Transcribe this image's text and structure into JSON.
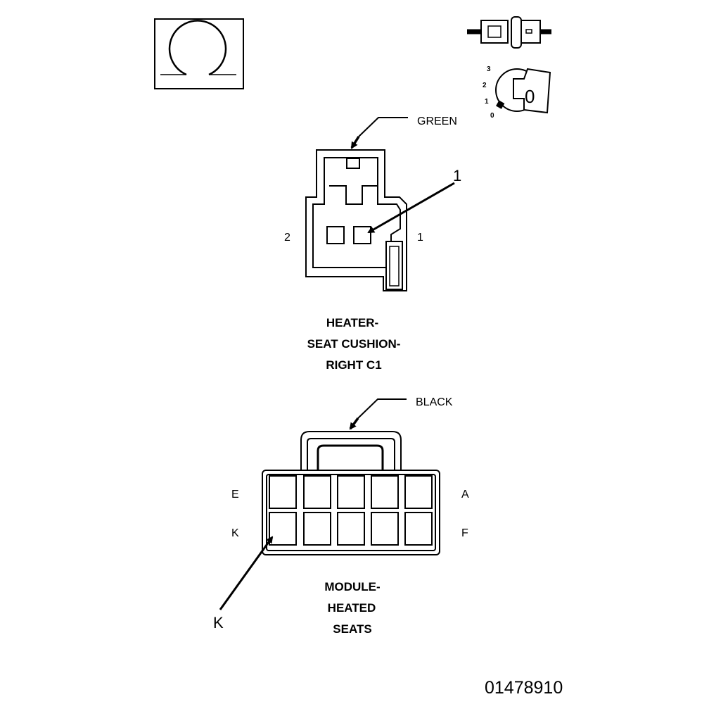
{
  "ohm_symbol": "Ω",
  "ignition": {
    "positions": [
      "3",
      "2",
      "1",
      "0"
    ],
    "key_label": "0"
  },
  "connector_1": {
    "color": "GREEN",
    "callout": "1",
    "pin_left": "2",
    "pin_right": "1",
    "title_lines": [
      "HEATER-",
      "SEAT CUSHION-",
      "RIGHT C1"
    ]
  },
  "connector_2": {
    "color": "BLACK",
    "row1_left": "E",
    "row1_right": "A",
    "row2_left": "K",
    "row2_right": "F",
    "callout": "K",
    "title_lines": [
      "MODULE-",
      "HEATED",
      "SEATS"
    ]
  },
  "figure_id": "01478910"
}
